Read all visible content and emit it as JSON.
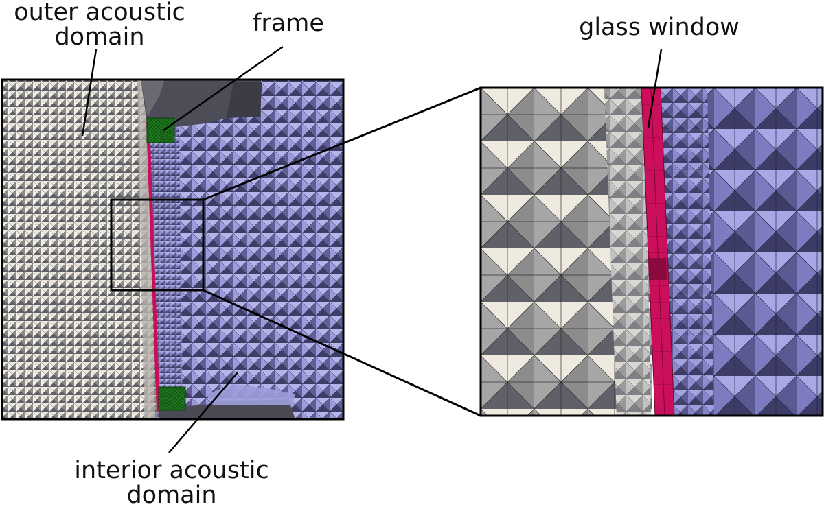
{
  "labels": {
    "outer_line1": "outer acoustic",
    "outer_line2": "domain",
    "frame": "frame",
    "glass": "glass window",
    "interior_line1": "interior acoustic",
    "interior_line2": "domain"
  },
  "colors": {
    "outer_mesh": "#dcd8d0",
    "interior_mesh": "#8f8ed0",
    "frame": "#1f7a1f",
    "glass": "#c8105a",
    "dark_surface": "#4b4b55",
    "outline": "#000000"
  }
}
